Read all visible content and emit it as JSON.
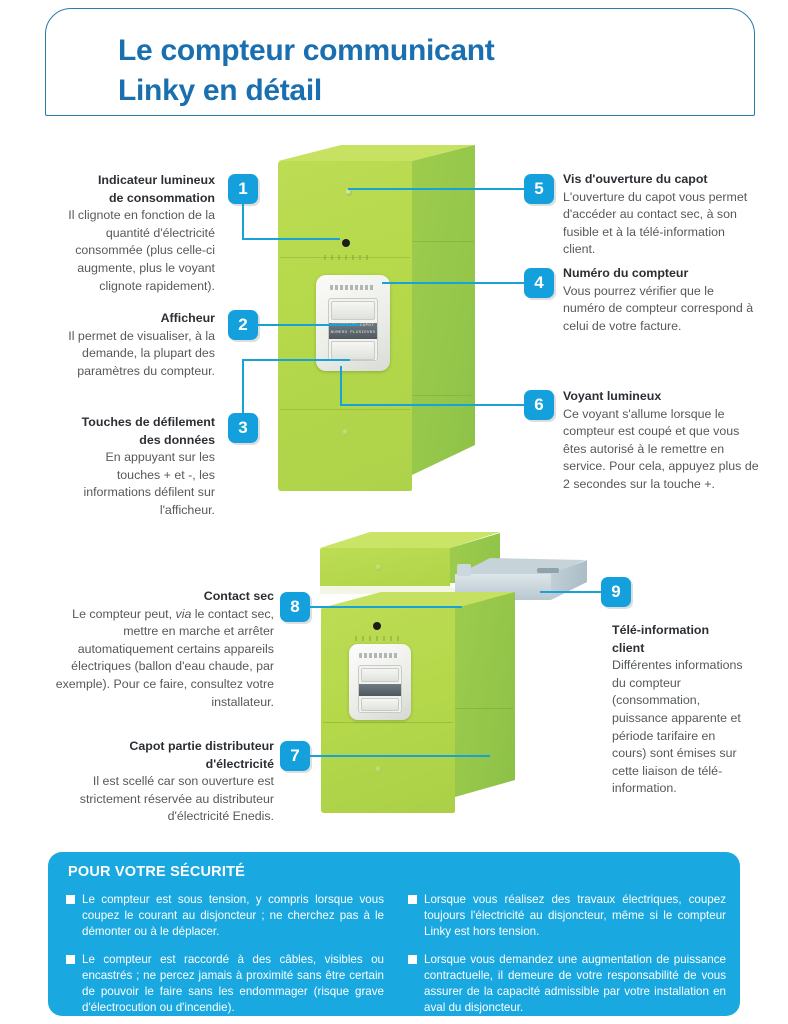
{
  "header": {
    "title_line1": "Le compteur communicant",
    "title_line2": "Linky en détail"
  },
  "colors": {
    "accent_blue": "#1aa8e0",
    "title_blue": "#1a6fb0",
    "meter_green_front": "#b5d94a",
    "meter_green_side": "#93c64a",
    "terminal_grey": "#c3d1d8",
    "body_text": "#55595c"
  },
  "callouts": [
    {
      "number": "1",
      "title": "Indicateur lumineux\nde consommation",
      "title_lines": [
        "Indicateur lumineux",
        "de consommation"
      ],
      "body": "Il clignote en fonction de la quantité d'électricité consommée (plus celle-ci augmente, plus le voyant clignote rapidement).",
      "align": "right"
    },
    {
      "number": "2",
      "title_lines": [
        "Afficheur"
      ],
      "body": "Il permet de visualiser, à la demande, la plupart des paramètres du compteur.",
      "align": "right"
    },
    {
      "number": "3",
      "title_lines": [
        "Touches de défilement",
        "des données"
      ],
      "body": "En appuyant sur les touches + et -, les informations défilent sur l'afficheur.",
      "align": "right"
    },
    {
      "number": "4",
      "title_lines": [
        "Numéro du compteur"
      ],
      "body": "Vous pourrez vérifier que le numéro de compteur correspond à celui de votre facture.",
      "align": "left"
    },
    {
      "number": "5",
      "title_lines": [
        "Vis d'ouverture du capot"
      ],
      "body": "L'ouverture du capot vous permet d'accéder au contact sec, à son fusible et à la télé-information client.",
      "align": "left"
    },
    {
      "number": "6",
      "title_lines": [
        "Voyant lumineux"
      ],
      "body": "Ce voyant s'allume lorsque le compteur est coupé et que vous êtes autorisé à le remettre en service. Pour cela, appuyez plus de 2 secondes sur la touche +.",
      "align": "left"
    },
    {
      "number": "7",
      "title_lines": [
        "Capot partie distributeur",
        "d'électricité"
      ],
      "body": "Il est scellé car son ouverture est strictement réservée au distributeur d'électricité Enedis.",
      "align": "right"
    },
    {
      "number": "8",
      "title_lines": [
        "Contact sec"
      ],
      "body_part1": "Le compteur peut, ",
      "body_italic": "via",
      "body_part2": " le contact sec, mettre en marche et arrêter automatiquement certains appareils électriques (ballon d'eau chaude, par exemple). Pour ce faire, consultez votre installateur.",
      "align": "right"
    },
    {
      "number": "9",
      "title_lines": [
        "Télé-information",
        "client"
      ],
      "body": "Différentes informations du compteur (consommation, puissance apparente et période tarifaire en cours) sont émises sur cette liaison de télé-information.",
      "align": "left"
    }
  ],
  "meter": {
    "lcd_line1": "OUVERTURE CAPOT",
    "lcd_line2": "NUMERO PLUSIEURS"
  },
  "safety": {
    "title": "POUR VOTRE SÉCURITÉ",
    "column1": [
      "Le compteur est sous tension, y compris lorsque vous coupez le courant au disjoncteur ; ne cherchez pas à le démonter ou à le déplacer.",
      "Le compteur est raccordé à des câbles, visibles ou encastrés ; ne percez jamais à proximité sans être certain de pouvoir le faire sans les endommager (risque grave d'électrocution ou d'incendie)."
    ],
    "column2": [
      "Lorsque vous réalisez des travaux électriques, coupez toujours l'électricité au disjoncteur, même si le compteur Linky est hors tension.",
      "Lorsque vous demandez une augmentation de puissance contractuelle, il demeure de votre responsabilité de vous assurer de la capacité admissible par votre installation en aval du disjoncteur."
    ]
  }
}
